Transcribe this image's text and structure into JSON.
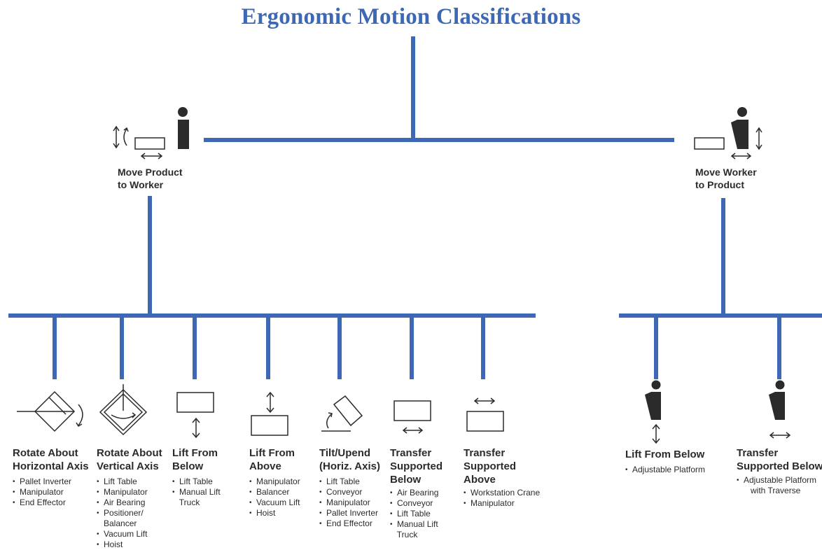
{
  "title": "Ergonomic Motion Classifications",
  "colors": {
    "accent": "#3d68b5",
    "ink": "#2b2b2b"
  },
  "branches": {
    "product": {
      "label_line1": "Move Product",
      "label_line2": "to Worker"
    },
    "worker": {
      "label_line1": "Move Worker",
      "label_line2": "to Product"
    }
  },
  "categories": [
    {
      "icon": "rotate-horizontal-axis-icon",
      "label_line1": "Rotate About",
      "label_line2": "Horizontal Axis",
      "label_line3": "",
      "items": [
        "Pallet Inverter",
        "Manipulator",
        "End Effector"
      ]
    },
    {
      "icon": "rotate-vertical-axis-icon",
      "label_line1": "Rotate About",
      "label_line2": "Vertical Axis",
      "label_line3": "",
      "items": [
        "Lift Table",
        "Manipulator",
        "Air Bearing",
        "Positioner/",
        "   Balancer",
        "Vacuum Lift",
        "Hoist"
      ]
    },
    {
      "icon": "lift-from-below-icon",
      "label_line1": "Lift From",
      "label_line2": "Below",
      "label_line3": "",
      "items": [
        "Lift Table",
        "Manual Lift",
        "   Truck"
      ]
    },
    {
      "icon": "lift-from-above-icon",
      "label_line1": "Lift From",
      "label_line2": "Above",
      "label_line3": "",
      "items": [
        "Manipulator",
        "Balancer",
        "Vacuum Lift",
        "Hoist"
      ]
    },
    {
      "icon": "tilt-upend-icon",
      "label_line1": "Tilt/Upend",
      "label_line2": "(Horiz. Axis)",
      "label_line3": "",
      "items": [
        "Lift Table",
        "Conveyor",
        "Manipulator",
        "Pallet Inverter",
        "End Effector"
      ]
    },
    {
      "icon": "transfer-supported-below-icon",
      "label_line1": "Transfer",
      "label_line2": "Supported",
      "label_line3": "Below",
      "items": [
        "Air Bearing",
        "Conveyor",
        "Lift Table",
        "Manual Lift",
        "   Truck"
      ]
    },
    {
      "icon": "transfer-supported-above-icon",
      "label_line1": "Transfer",
      "label_line2": "Supported",
      "label_line3": "Above",
      "items": [
        "Workstation Crane",
        "Manipulator"
      ]
    },
    {
      "icon": "worker-lift-from-below-icon",
      "label_line1": "Lift From Below",
      "label_line2": "",
      "label_line3": "",
      "items": [
        "Adjustable Platform"
      ]
    },
    {
      "icon": "worker-transfer-supported-below-icon",
      "label_line1": "Transfer",
      "label_line2": "Supported Below",
      "label_line3": "",
      "items": [
        "Adjustable Platform",
        "   with Traverse"
      ]
    }
  ]
}
